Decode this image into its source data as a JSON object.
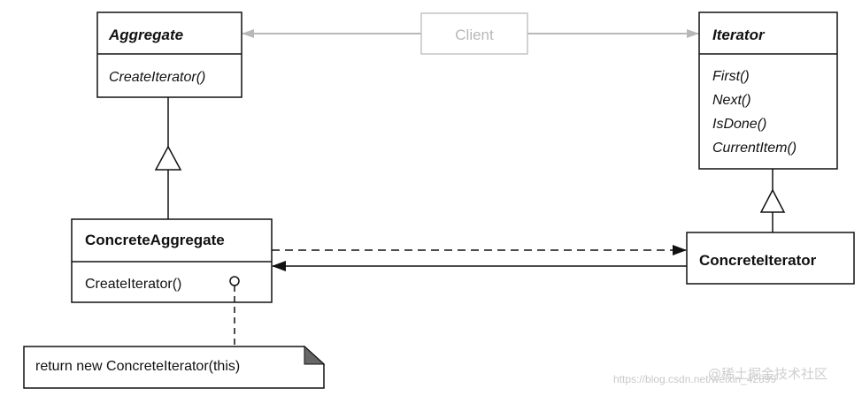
{
  "classes": {
    "aggregate": {
      "name": "Aggregate",
      "operations": [
        "CreateIterator()"
      ]
    },
    "iterator": {
      "name": "Iterator",
      "operations": [
        "First()",
        "Next()",
        "IsDone()",
        "CurrentItem()"
      ]
    },
    "client": {
      "name": "Client"
    },
    "concrete_aggregate": {
      "name": "ConcreteAggregate",
      "operations": [
        "CreateIterator()"
      ]
    },
    "concrete_iterator": {
      "name": "ConcreteIterator"
    }
  },
  "note": {
    "text": "return new ConcreteIterator(this)"
  },
  "watermark": {
    "url": "https://blog.csdn.net/weixin_42899",
    "site": "@稀土掘金技术社区"
  },
  "colors": {
    "line": "#111111",
    "client_gray": "#b8b8b8",
    "note_corner": "#666666"
  }
}
